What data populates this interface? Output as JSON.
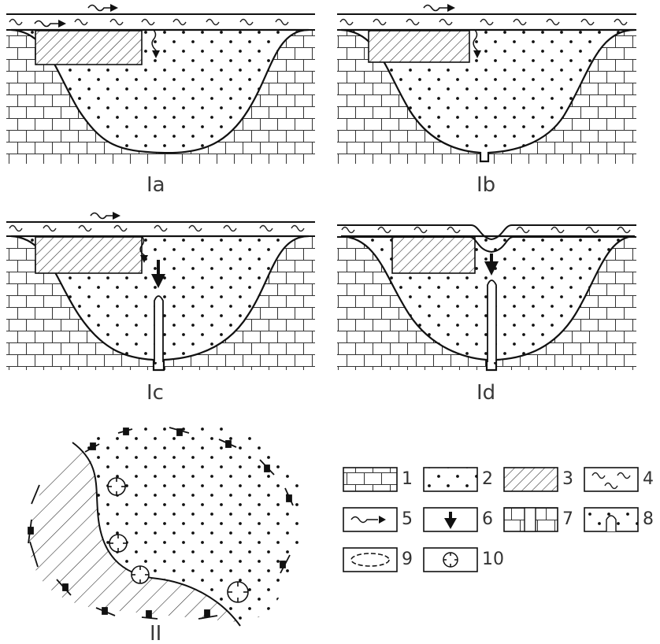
{
  "panels": [
    {
      "id": "Ia",
      "label": "Ia"
    },
    {
      "id": "Ib",
      "label": "Ib"
    },
    {
      "id": "Ic",
      "label": "Ic"
    },
    {
      "id": "Id",
      "label": "Id"
    },
    {
      "id": "II",
      "label": "II"
    }
  ],
  "legend": {
    "items": [
      {
        "number": "1",
        "icon": "limestone-brick-pattern"
      },
      {
        "number": "2",
        "icon": "dotted-sand-fill"
      },
      {
        "number": "3",
        "icon": "diagonal-hatch-fill"
      },
      {
        "number": "4",
        "icon": "water-tilde-pattern"
      },
      {
        "number": "5",
        "icon": "wavy-flow-arrow"
      },
      {
        "number": "6",
        "icon": "bold-down-arrow"
      },
      {
        "number": "7",
        "icon": "bedrock-with-vertical-shaft"
      },
      {
        "number": "8",
        "icon": "sand-with-dome-conduit"
      },
      {
        "number": "9",
        "icon": "dashed-ellipse"
      },
      {
        "number": "10",
        "icon": "circle-with-cross-ticks"
      }
    ]
  },
  "colors": {
    "line": "#1a1a1a",
    "label": "#3a3a3a",
    "background": "#ffffff"
  }
}
